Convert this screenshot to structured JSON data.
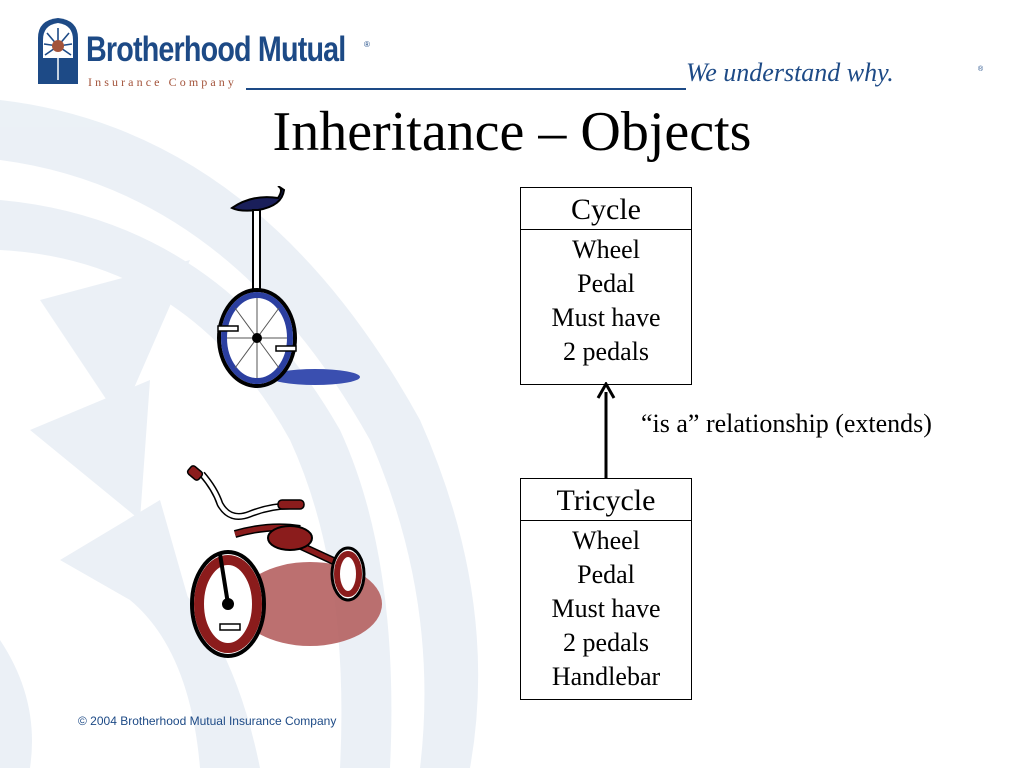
{
  "header": {
    "brand_name": "Brotherhood Mutual",
    "brand_reg": "®",
    "brand_sub": "Insurance Company",
    "tagline": "We understand why.",
    "tagline_reg": "®",
    "colors": {
      "brand_blue": "#1d4a86",
      "accent_rust": "#a3533a"
    }
  },
  "slide": {
    "title": "Inheritance – Objects",
    "cycle_box": {
      "name": "Cycle",
      "attributes": [
        "Wheel",
        "Pedal",
        "Must have",
        "2 pedals"
      ]
    },
    "tricycle_box": {
      "name": "Tricycle",
      "attributes": [
        "Wheel",
        "Pedal",
        "Must have",
        "2 pedals",
        "Handlebar"
      ]
    },
    "relationship_label": "“is a” relationship (extends)",
    "images": [
      "unicycle-clipart",
      "tricycle-clipart"
    ]
  },
  "footer": {
    "copyright": "© 2004 Brotherhood Mutual Insurance Company"
  }
}
